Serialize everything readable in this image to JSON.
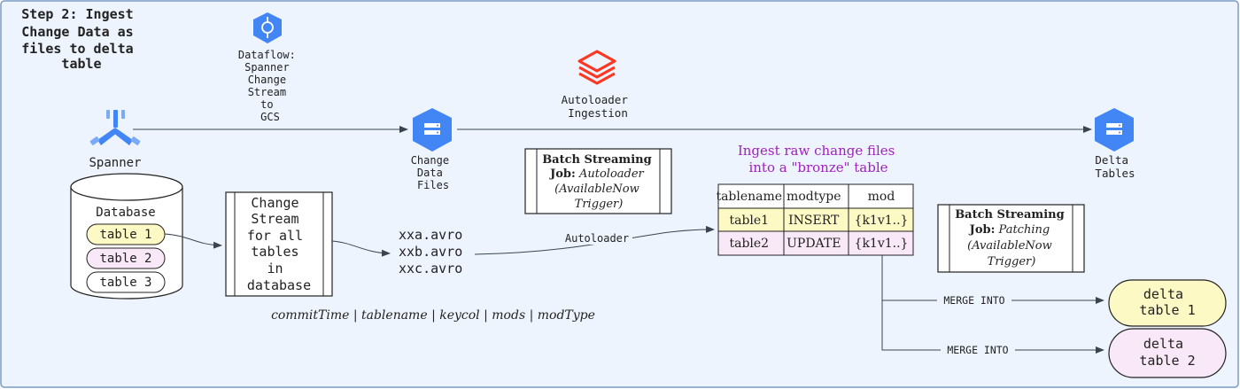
{
  "step_title": [
    "Step 2: Ingest",
    "Change Data as",
    "files to delta",
    "table"
  ],
  "dataflow_label": [
    "Dataflow:",
    "Spanner",
    "Change",
    "Stream",
    "to",
    "GCS"
  ],
  "autoloader_ingestion_label": [
    "Autoloader",
    "Ingestion"
  ],
  "spanner_label": "Spanner",
  "change_data_files_label": [
    "Change",
    "Data",
    "Files"
  ],
  "delta_tables_label": [
    "Delta",
    "Tables"
  ],
  "database": {
    "title": "Database",
    "tables": [
      "table 1",
      "table 2",
      "table 3"
    ]
  },
  "change_stream_box": [
    "Change",
    "Stream",
    "for all",
    "tables",
    "in",
    "database"
  ],
  "avro_files": [
    "xxa.avro",
    "xxb.avro",
    "xxc.avro"
  ],
  "autoloader_edge_label": "Autoloader",
  "schema_caption": "commitTime | tablename | keycol | mods | modType",
  "batch_job_1": {
    "bold": "Batch Streaming",
    "bold2": "Job:",
    "italic1": "Autoloader",
    "italic2": "(AvailableNow",
    "italic3": "Trigger)"
  },
  "bronze_caption": [
    "Ingest raw change files",
    "into a \"bronze\" table"
  ],
  "bronze_table": {
    "headers": [
      "tablename",
      "modtype",
      "mod"
    ],
    "rows": [
      [
        "table1",
        "INSERT",
        "{k1v1..}"
      ],
      [
        "table2",
        "UPDATE",
        "{k1v1..}"
      ]
    ]
  },
  "batch_job_2": {
    "bold": "Batch Streaming",
    "bold2": "Job:",
    "italic1": "Patching",
    "italic2": "(AvailableNow",
    "italic3": "Trigger)"
  },
  "merge_label_1": "MERGE INTO",
  "merge_label_2": "MERGE INTO",
  "delta_table_1": [
    "delta",
    "table 1"
  ],
  "delta_table_2": [
    "delta",
    "table 2"
  ],
  "colors": {
    "background": "#eef4fd",
    "border": "#7a9cc6",
    "line": "#3a4450",
    "gcp_blue": "#4285f4",
    "databricks_red": "#ff3621",
    "highlight_yellow": "#fcf9c4",
    "highlight_pink": "#f9e8f7",
    "purple_text": "#a020c0"
  }
}
